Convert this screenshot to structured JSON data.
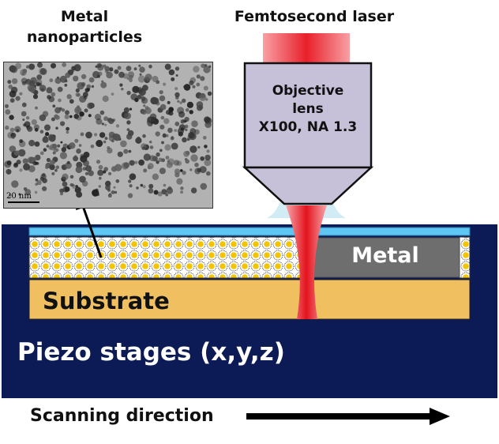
{
  "labels": {
    "nanoparticles": "Metal nanoparticles",
    "laser": "Femtosecond laser",
    "objective": "Objective lens X100, NA 1.3",
    "metal": "Metal",
    "substrate": "Substrate",
    "stage": "Piezo stages (x,y,z)",
    "scan": "Scanning direction",
    "scale_bar": "20 nm"
  },
  "colors": {
    "stage": "#0c1a55",
    "substrate": "#f0c060",
    "cover_glass": "#5ec6f2",
    "metal": "#6e6e6e",
    "objective": "#c7c0d9",
    "laser": "#e8202a",
    "nanoparticle": "#f5c400"
  }
}
